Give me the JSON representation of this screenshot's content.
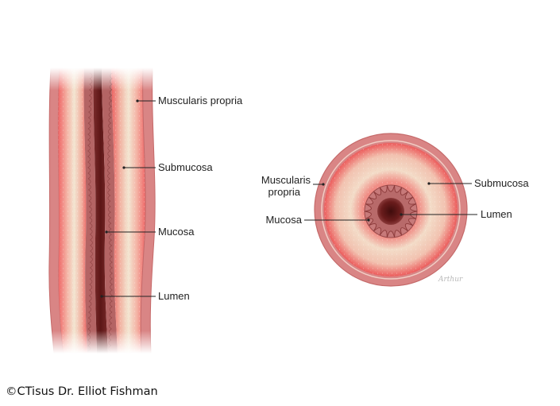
{
  "labels": {
    "long_muscularis": "Muscularis propria",
    "long_submucosa": "Submucosa",
    "long_mucosa": "Mucosa",
    "long_lumen": "Lumen",
    "cross_muscularis_line1": "Muscularis",
    "cross_muscularis_line2": "propria",
    "cross_submucosa": "Submucosa",
    "cross_mucosa": "Mucosa",
    "cross_lumen": "Lumen"
  },
  "credit": "©CTisus Dr. Elliot Fishman",
  "artist_signature": "Arthur",
  "colors": {
    "muscularis": "#d98585",
    "muscularis_edge": "#c76a6a",
    "submucosa_inner": "#f1e4cf",
    "submucosa_glow": "#f06a6a",
    "mucosa": "#a85b5b",
    "lumen": "#6e1f1f",
    "leader": "#222222"
  }
}
